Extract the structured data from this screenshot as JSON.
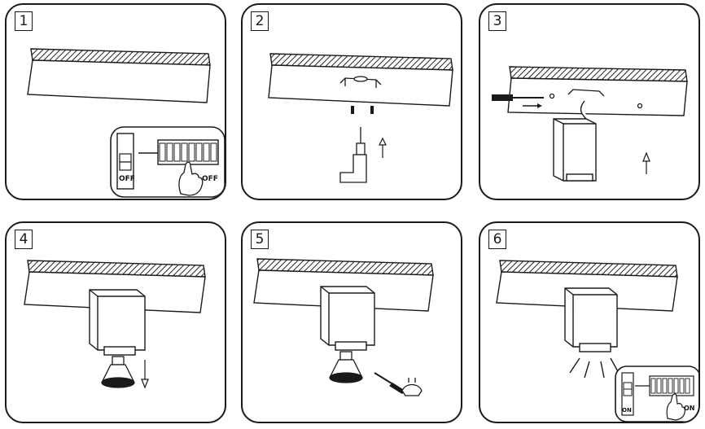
{
  "steps": [
    {
      "number": "1",
      "switch_label": "OFF",
      "breaker_label": "OFF"
    },
    {
      "number": "2"
    },
    {
      "number": "3"
    },
    {
      "number": "4"
    },
    {
      "number": "5"
    },
    {
      "number": "6",
      "switch_label": "ON",
      "breaker_label": "ON"
    }
  ],
  "colors": {
    "line": "#1a1a1a",
    "background": "#ffffff"
  }
}
